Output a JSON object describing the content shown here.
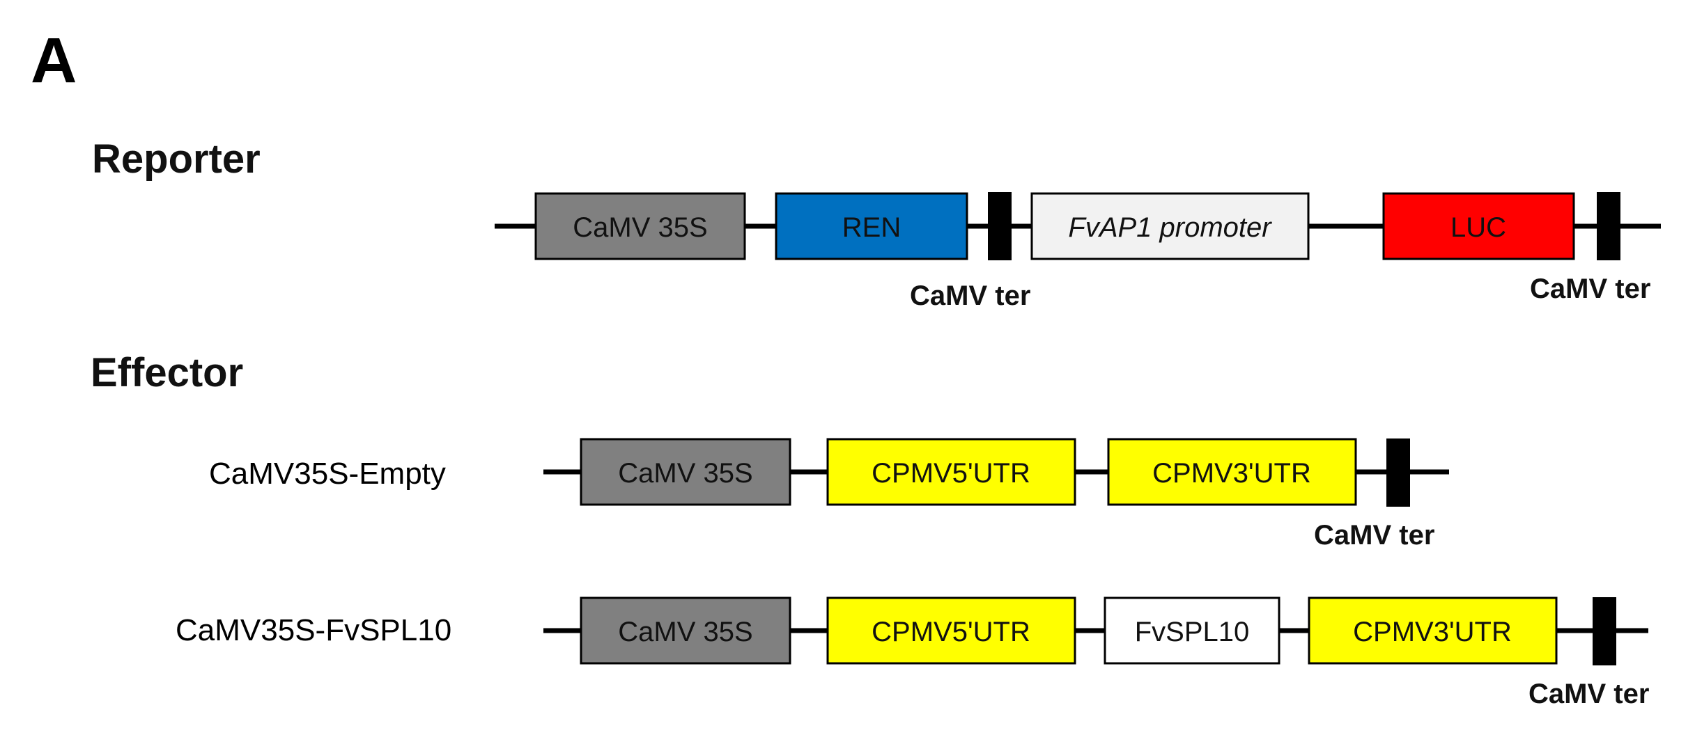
{
  "panel_label": "A",
  "reporter": {
    "title": "Reporter",
    "elements": {
      "promoter": {
        "label": "CaMV 35S",
        "color": "#808080"
      },
      "ren": {
        "label": "REN",
        "color": "#0070c0"
      },
      "fvap1": {
        "label": "FvAP1 promoter",
        "color": "#f2f2f2"
      },
      "luc": {
        "label": "LUC",
        "color": "#ff0000"
      }
    },
    "ter1_label": "CaMV ter",
    "ter2_label": "CaMV ter"
  },
  "effector": {
    "title": "Effector",
    "empty": {
      "name": "CaMV35S-Empty",
      "promoter": "CaMV 35S",
      "utr5": "CPMV5'UTR",
      "utr3": "CPMV3'UTR",
      "ter_label": "CaMV ter"
    },
    "spl10": {
      "name": "CaMV35S-FvSPL10",
      "promoter": "CaMV 35S",
      "utr5": "CPMV5'UTR",
      "gene": "FvSPL10",
      "utr3": "CPMV3'UTR",
      "ter_label": "CaMV ter"
    }
  },
  "colors": {
    "promoter_gray": "#808080",
    "utr_yellow": "#ffff00",
    "gene_white": "#ffffff",
    "terminator_black": "#000000"
  }
}
